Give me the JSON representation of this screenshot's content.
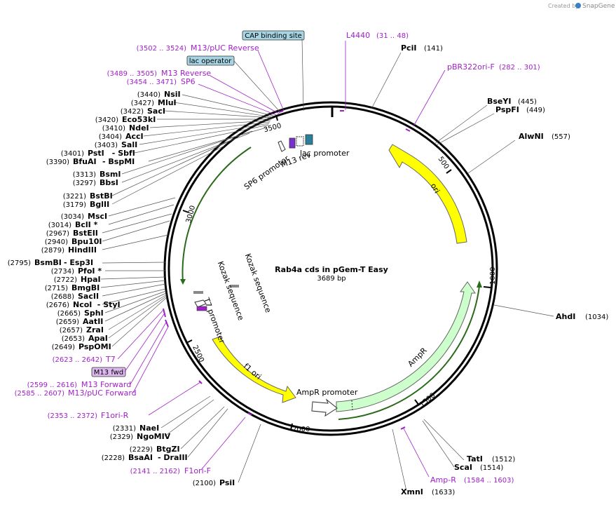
{
  "brand": {
    "created_by": "Created by",
    "name": "SnapGene"
  },
  "map": {
    "title": "Rab4a cds in pGem-T Easy",
    "length": "3689 bp"
  },
  "ticks": [
    "500",
    "1000",
    "1500",
    "2000",
    "2500",
    "3000",
    "3500"
  ],
  "features": {
    "ori": "ori",
    "ampr": "AmpR",
    "ampr_promoter": "AmpR promoter",
    "f1_ori": "f1 ori",
    "lac_promoter": "lac promoter",
    "m13_rev": "M13 rev",
    "sp6_promoter": "SP6 promoter",
    "t7_promoter": "T7 promoter",
    "kozak_1": "Kozak sequence",
    "kozak_2": "Kozak sequence",
    "cap_site": "CAP binding site",
    "lac_operator": "lac operator",
    "m13_fwd": "M13 fwd"
  },
  "right_sites": [
    {
      "name": "PciI",
      "pos": "(141)"
    },
    {
      "name": "BseYI",
      "pos": "(445)"
    },
    {
      "name": "PspFI",
      "pos": "(449)"
    },
    {
      "name": "AlwNI",
      "pos": "(557)"
    },
    {
      "name": "AhdI",
      "pos": "(1034)"
    },
    {
      "name": "TatI",
      "pos": "(1512)"
    },
    {
      "name": "ScaI",
      "pos": "(1514)"
    },
    {
      "name": "XmnI",
      "pos": "(1633)"
    }
  ],
  "right_primers": [
    {
      "name": "L4440",
      "pos": "(31 .. 48)"
    },
    {
      "name": "pBR322ori-F",
      "pos": "(282 .. 301)"
    },
    {
      "name": "Amp-R",
      "pos": "(1584 .. 1603)"
    }
  ],
  "left_sites": [
    {
      "pos": "(3440)",
      "name": "NsiI"
    },
    {
      "pos": "(3427)",
      "name": "MluI"
    },
    {
      "pos": "(3422)",
      "name": "SacI"
    },
    {
      "pos": "(3420)",
      "name": "Eco53kI"
    },
    {
      "pos": "(3410)",
      "name": "NdeI"
    },
    {
      "pos": "(3404)",
      "name": "AccI"
    },
    {
      "pos": "(3403)",
      "name": "SalI"
    },
    {
      "pos": "(3401)",
      "name": "PstI",
      "extra": "- SbfI"
    },
    {
      "pos": "(3390)",
      "name": "BfuAI",
      "extra": "- BspMI"
    },
    {
      "pos": "(3313)",
      "name": "BsmI"
    },
    {
      "pos": "(3297)",
      "name": "BbsI"
    },
    {
      "pos": "(3221)",
      "name": "BstBI"
    },
    {
      "pos": "(3179)",
      "name": "BglII"
    },
    {
      "pos": "(3034)",
      "name": "MscI"
    },
    {
      "pos": "(3014)",
      "name": "BclI *"
    },
    {
      "pos": "(2967)",
      "name": "BstEII"
    },
    {
      "pos": "(2940)",
      "name": "Bpu10I"
    },
    {
      "pos": "(2879)",
      "name": "HindIII"
    },
    {
      "pos": "(2795)",
      "name": "BsmBI",
      "extra": "- Esp3I"
    },
    {
      "pos": "(2734)",
      "name": "PfoI *"
    },
    {
      "pos": "(2722)",
      "name": "HpaI"
    },
    {
      "pos": "(2715)",
      "name": "BmgBI"
    },
    {
      "pos": "(2688)",
      "name": "SacII"
    },
    {
      "pos": "(2676)",
      "name": "NcoI",
      "extra": "- StyI"
    },
    {
      "pos": "(2665)",
      "name": "SphI"
    },
    {
      "pos": "(2659)",
      "name": "AatII"
    },
    {
      "pos": "(2657)",
      "name": "ZraI"
    },
    {
      "pos": "(2653)",
      "name": "ApaI"
    },
    {
      "pos": "(2649)",
      "name": "PspOMI"
    },
    {
      "pos": "(2331)",
      "name": "NaeI"
    },
    {
      "pos": "(2329)",
      "name": "NgoMIV"
    },
    {
      "pos": "(2229)",
      "name": "BtgZI"
    },
    {
      "pos": "(2228)",
      "name": "BsaAI",
      "extra": "- DraIII"
    },
    {
      "pos": "(2100)",
      "name": "PsiI"
    }
  ],
  "left_primers": [
    {
      "pos": "(3502 .. 3524)",
      "name": "M13/pUC Reverse"
    },
    {
      "pos": "(3489 .. 3505)",
      "name": "M13 Reverse"
    },
    {
      "pos": "(3454 .. 3471)",
      "name": "SP6"
    },
    {
      "pos": "(2623 .. 2642)",
      "name": "T7"
    },
    {
      "pos": "(2599 .. 2616)",
      "name": "M13 Forward"
    },
    {
      "pos": "(2585 .. 2607)",
      "name": "M13/pUC Forward"
    },
    {
      "pos": "(2353 .. 2372)",
      "name": "F1ori-R"
    },
    {
      "pos": "(2141 .. 2162)",
      "name": "F1ori-F"
    }
  ],
  "colors": {
    "ori": "#ffff00",
    "ampr": "#ccffcc",
    "f1_ori": "#ffff00",
    "lac_promoter": "#2a7f9a",
    "primer": "#a020c8"
  }
}
